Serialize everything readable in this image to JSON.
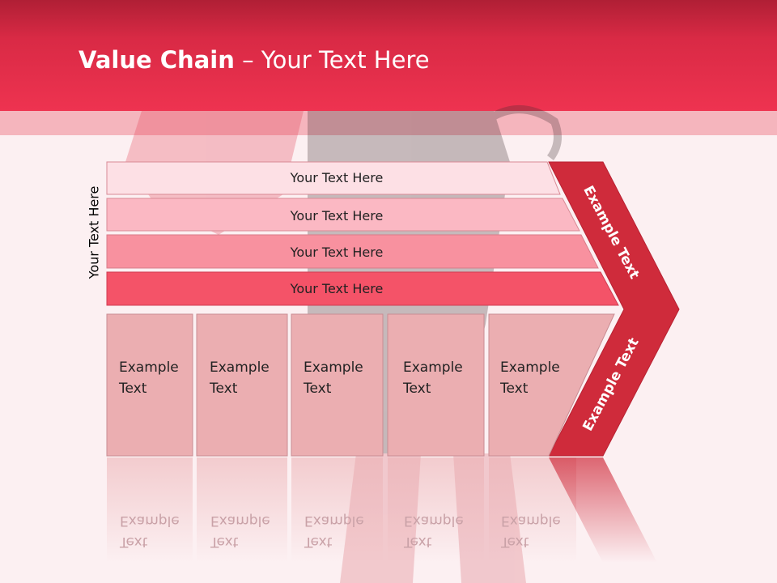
{
  "slide": {
    "title_bold": "Value Chain",
    "title_rest": " – Your Text Here",
    "side_label": "Your Text Here"
  },
  "rows": [
    {
      "label": "Your Text Here",
      "color": "#fde0e5"
    },
    {
      "label": "Your Text Here",
      "color": "#fbb8c3"
    },
    {
      "label": "Your Text Here",
      "color": "#f8919f"
    },
    {
      "label": "Your Text Here",
      "color": "#f45368"
    }
  ],
  "columns": [
    {
      "line1": "Example",
      "line2": "Text"
    },
    {
      "line1": "Example",
      "line2": "Text"
    },
    {
      "line1": "Example",
      "line2": "Text"
    },
    {
      "line1": "Example",
      "line2": "Text"
    },
    {
      "line1": "Example",
      "line2": "Text"
    }
  ],
  "chevron": {
    "upper_label": "Example Text",
    "lower_label": "Example Text",
    "color": "#cf2b3b"
  },
  "colors": {
    "header": "#e8304b",
    "column_fill": "#ebaeb1",
    "column_stroke": "#c98c92"
  }
}
